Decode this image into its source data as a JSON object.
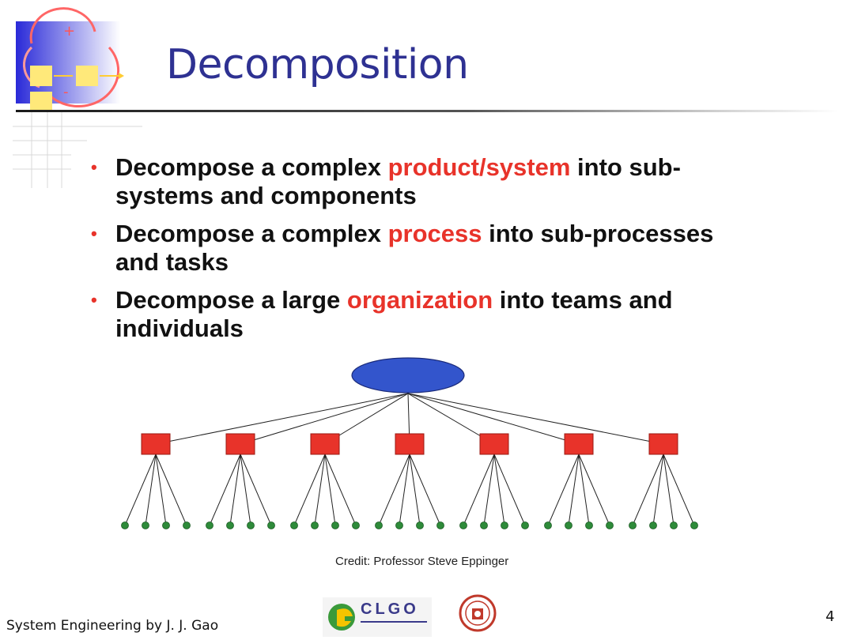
{
  "slide": {
    "title": "Decomposition",
    "bullets": [
      {
        "pre": "Decompose a complex ",
        "highlight": "product/system",
        "post": " into sub-systems and components"
      },
      {
        "pre": "Decompose a complex ",
        "highlight": "process",
        "post": " into sub-processes and tasks"
      },
      {
        "pre": "Decompose a large ",
        "highlight": "organization",
        "post": " into teams and individuals"
      }
    ],
    "tree": {
      "root_color": "#3355cc",
      "child_color": "#e8332a",
      "leaf_color": "#2e8b3a",
      "children": 7,
      "leaves_per_child": 4
    },
    "credit": "Credit: Professor Steve Eppinger"
  },
  "footer": {
    "text": "System Engineering by J. J. Gao",
    "clgo_logo": "CLGO",
    "page_number": "4"
  },
  "colors": {
    "title": "#2e3192",
    "accent": "#e8332a"
  }
}
